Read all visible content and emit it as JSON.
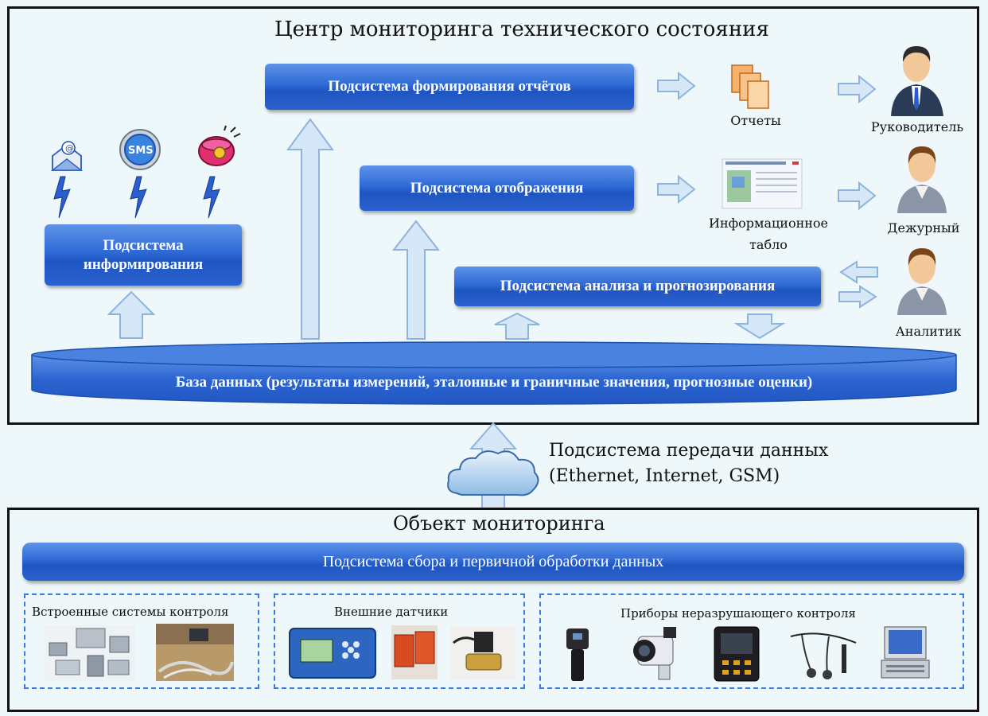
{
  "center": {
    "title": "Центр мониторинга технического состояния",
    "subsystems": {
      "reports": "Подсистема формирования отчётов",
      "display": "Подсистема отображения",
      "informing": "Подсистема информирования",
      "analysis": "Подсистема анализа и прогнозирования"
    },
    "outputs": {
      "reports": "Отчеты",
      "board_line1": "Информационное",
      "board_line2": "табло"
    },
    "roles": {
      "manager": "Руководитель",
      "duty": "Дежурный",
      "analyst": "Аналитик"
    },
    "notification_icons": [
      "email-icon",
      "sms-icon",
      "phone-icon"
    ],
    "database": "База данных (результаты измерений, эталонные и граничные значения, прогнозные оценки)"
  },
  "transfer": {
    "line1": "Подсистема передачи данных",
    "line2": "(Ethernet, Internet, GSM)"
  },
  "object": {
    "title": "Объект мониторинга",
    "collection": "Подсистема сбора и первичной обработки данных",
    "groups": [
      {
        "label": "Встроенные системы контроля"
      },
      {
        "label": "Внешние датчики"
      },
      {
        "label": "Приборы неразрушающего контроля"
      }
    ]
  },
  "colors": {
    "accent_blue": "#2f6ad6",
    "arrow_fill": "#d6e8f8",
    "arrow_stroke": "#8fb4dc",
    "background": "#eef8fb"
  }
}
